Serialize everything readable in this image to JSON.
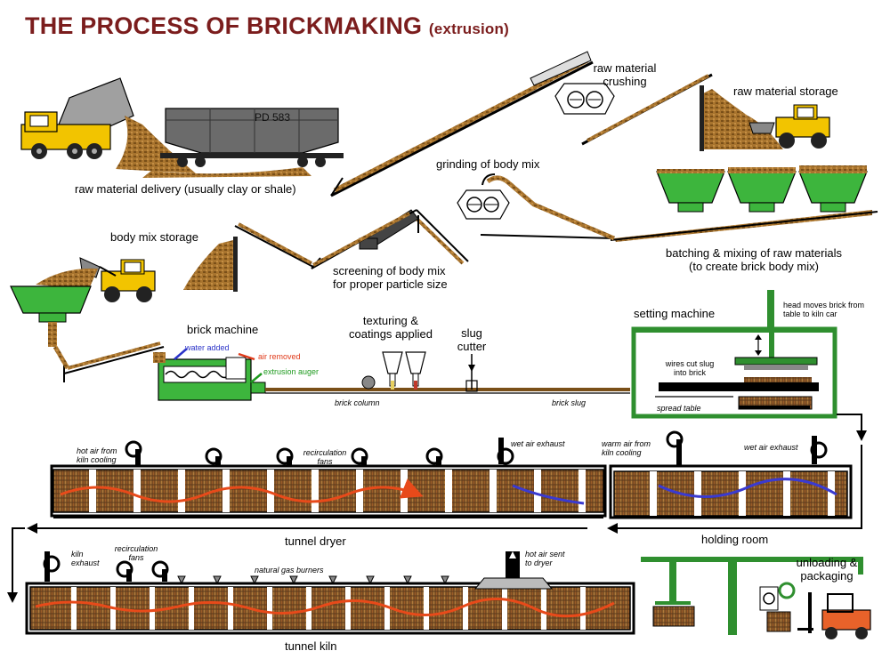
{
  "title": {
    "main": "THE PROCESS OF BRICKMAKING",
    "sub": "(extrusion)"
  },
  "rail_car_label": "PD 583",
  "stages": {
    "delivery": "raw material delivery (usually clay or shale)",
    "crushing_1": "raw material",
    "crushing_2": "crushing",
    "storage": "raw material storage",
    "grinding": "grinding of body mix",
    "batching_1": "batching & mixing of raw materials",
    "batching_2": "(to create brick body mix)",
    "body_storage": "body mix storage",
    "screening_1": "screening of body mix",
    "screening_2": "for proper particle size",
    "brick_machine": "brick machine",
    "texturing_1": "texturing &",
    "texturing_2": "coatings applied",
    "slug_1": "slug",
    "slug_2": "cutter",
    "setting": "setting machine",
    "tunnel_dryer": "tunnel dryer",
    "holding_room": "holding room",
    "unloading_1": "unloading &",
    "unloading_2": "packaging",
    "tunnel_kiln": "tunnel kiln"
  },
  "annotations": {
    "water_added": "water added",
    "air_removed": "air removed",
    "extrusion_auger": "extrusion auger",
    "brick_column": "brick column",
    "brick_slug": "brick slug",
    "head_1": "head moves brick from",
    "head_2": "table to kiln car",
    "wires_1": "wires cut slug",
    "wires_2": "into brick",
    "spread_table": "spread table",
    "hot_air_1": "hot air from",
    "hot_air_2": "kiln cooling",
    "recirc_1": "recirculation",
    "recirc_2": "fans",
    "wet_air_exhaust": "wet air exhaust",
    "warm_air_1": "warm air from",
    "warm_air_2": "kiln cooling",
    "wet_air_exhaust_2": "wet air exhaust",
    "kiln_exhaust_1": "kiln",
    "kiln_exhaust_2": "exhaust",
    "kiln_recirc_1": "recirculation",
    "kiln_recirc_2": "fans",
    "gas_burners": "natural gas burners",
    "hot_air_sent_1": "hot air sent",
    "hot_air_sent_2": "to dryer"
  },
  "colors": {
    "title": "#7b1d1d",
    "clay": "#9c6b2a",
    "hopper": "#3db53d",
    "truck": "#f2c400",
    "dryer_flow": "#e84a1a",
    "cool_flow": "#3a3ad0",
    "structure": "#2f8f2f"
  }
}
